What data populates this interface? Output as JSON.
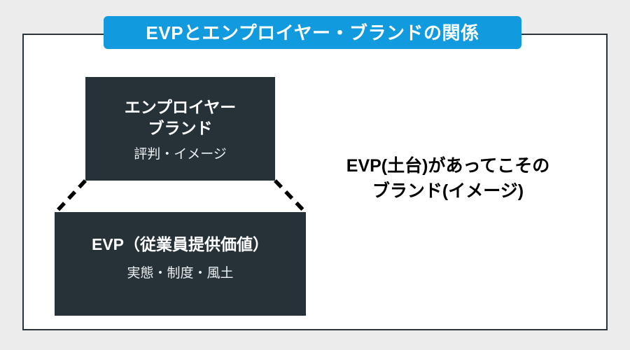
{
  "page": {
    "background_color": "#ececec",
    "card_background": "#ffffff",
    "card_border_color": "#2b343a"
  },
  "title_banner": {
    "text": "EVPとエンプロイヤー・ブランドの関係",
    "background_color": "#119ade",
    "text_color": "#ffffff"
  },
  "diagram": {
    "box_color": "#263138",
    "connector_color": "#000000",
    "upper_box": {
      "title": "エンプロイヤー\nブランド",
      "subtitle": "評判・イメージ"
    },
    "lower_box": {
      "title": "EVP（従業員提供価値）",
      "subtitle": "実態・制度・風土"
    },
    "caption": "EVP(土台)があってこその\nブランド(イメージ)"
  }
}
